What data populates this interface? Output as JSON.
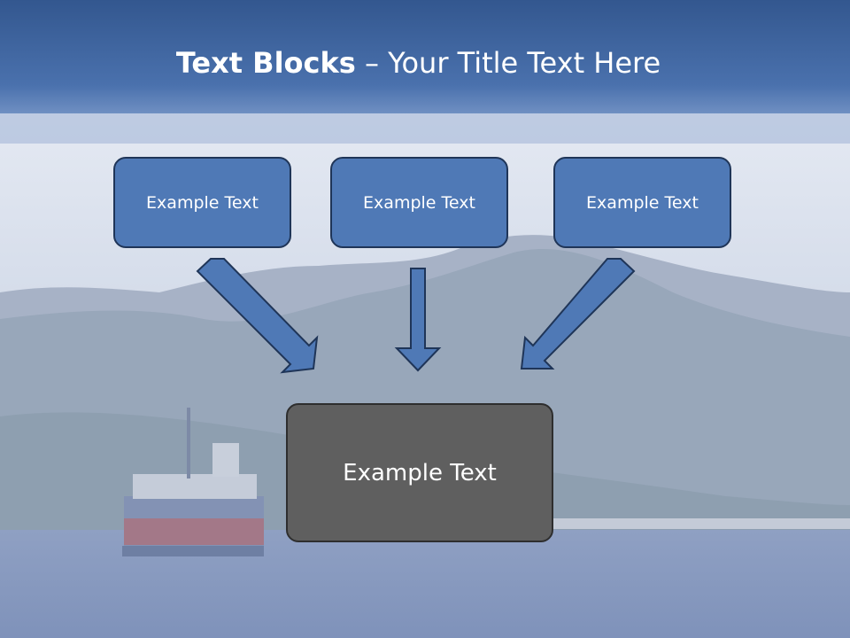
{
  "title": {
    "bold": "Text Blocks",
    "separator": " – ",
    "rest": "Your Title Text Here"
  },
  "boxes": {
    "top": [
      {
        "label": "Example Text"
      },
      {
        "label": "Example Text"
      },
      {
        "label": "Example Text"
      }
    ],
    "center": {
      "label": "Example Text"
    }
  },
  "colors": {
    "header": "#3c64a0",
    "box_fill": "#4f79b6",
    "box_border": "#1f3558",
    "center_fill": "#5f5f5f",
    "arrow": "#4f79b6"
  }
}
